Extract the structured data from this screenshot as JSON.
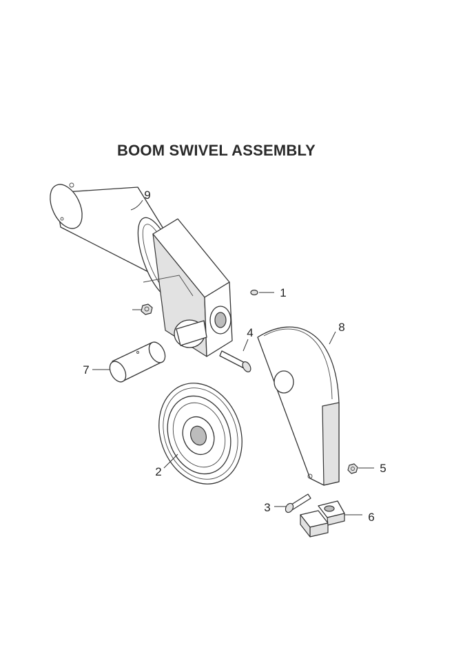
{
  "title": "BOOM SWIVEL ASSEMBLY",
  "callouts": [
    {
      "id": "callout-1",
      "label": "1",
      "part": "set-screw"
    },
    {
      "id": "callout-2",
      "label": "2",
      "part": "sheave"
    },
    {
      "id": "callout-3",
      "label": "3",
      "part": "bolt"
    },
    {
      "id": "callout-4",
      "label": "4",
      "part": "bolt"
    },
    {
      "id": "callout-5",
      "label": "5",
      "part": "nut"
    },
    {
      "id": "callout-6",
      "label": "6",
      "part": "clamp"
    },
    {
      "id": "callout-7",
      "label": "7",
      "part": "pin"
    },
    {
      "id": "callout-8",
      "label": "8",
      "part": "sheave-guard"
    },
    {
      "id": "callout-9",
      "label": "9",
      "part": "boom-swivel"
    }
  ]
}
